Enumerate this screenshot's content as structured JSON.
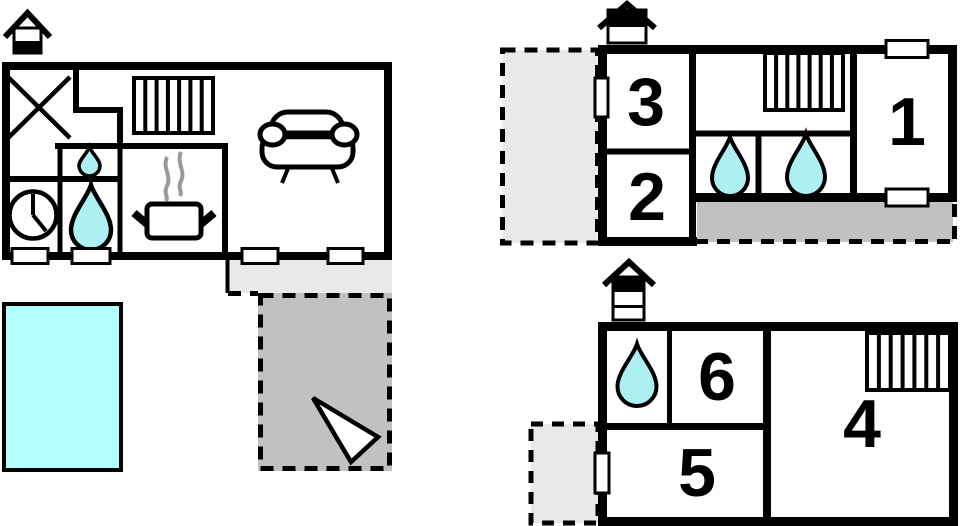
{
  "colors": {
    "wall": "#000000",
    "water": "#b3ffff",
    "drop": "#aeeff2",
    "terrace_dark": "#c1c1c1",
    "terrace_light": "#e9e9e9",
    "steam": "#999999"
  },
  "plans": {
    "first_floor": {
      "rooms": [
        {
          "label": "3"
        },
        {
          "label": "2"
        },
        {
          "label": "1"
        }
      ]
    },
    "second_floor": {
      "rooms": [
        {
          "label": "6"
        },
        {
          "label": "5"
        },
        {
          "label": "4"
        }
      ]
    }
  }
}
